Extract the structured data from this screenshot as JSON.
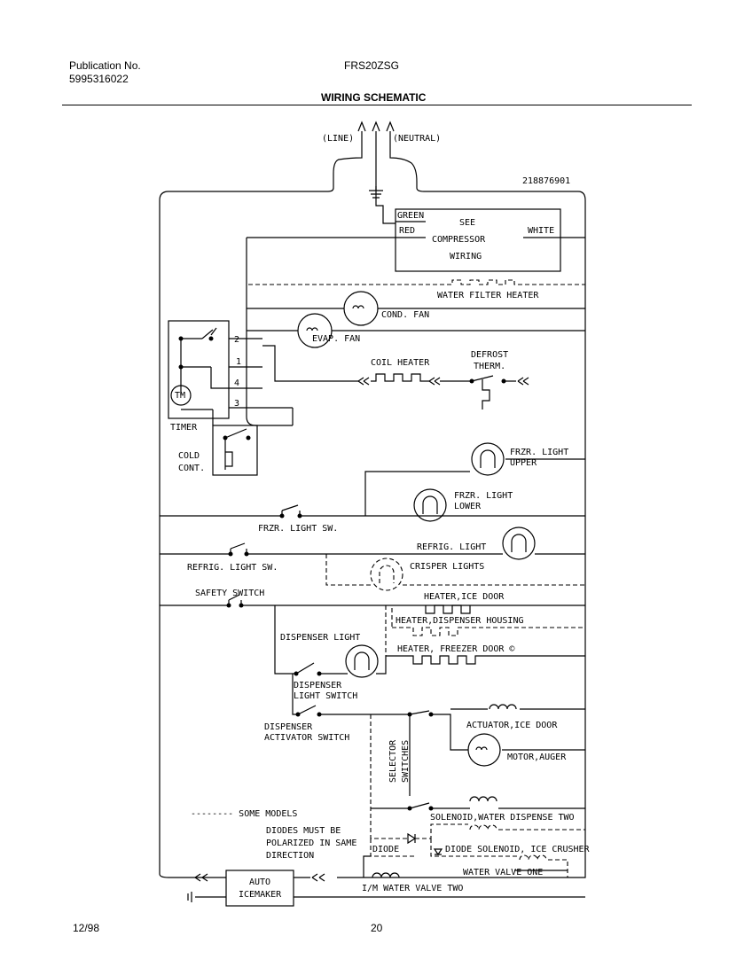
{
  "header": {
    "publication_label": "Publication No.",
    "publication_number": "5995316022",
    "model": "FRS20ZSG",
    "title": "WIRING SCHEMATIC"
  },
  "footer": {
    "date": "12/98",
    "page": "20"
  },
  "diagram": {
    "part_number": "218876901",
    "line_label": "(LINE)",
    "neutral_label": "(NEUTRAL)",
    "compressor_box": {
      "line1": "SEE",
      "line2": "COMPRESSOR",
      "line3": "WIRING"
    },
    "wire_green": "GREEN",
    "wire_red": "RED",
    "wire_white": "WHITE",
    "water_filter_heater": "WATER FILTER HEATER",
    "cond_fan": "COND. FAN",
    "evap_fan": "EVAP. FAN",
    "coil_heater": "COIL HEATER",
    "defrost_therm_1": "DEFROST",
    "defrost_therm_2": "THERM.",
    "timer_terminals": [
      "2",
      "1",
      "4",
      "3"
    ],
    "timer_motor": "TM",
    "timer": "TIMER",
    "cold_cont_1": "COLD",
    "cold_cont_2": "CONT.",
    "frzr_light_upper_1": "FRZR. LIGHT",
    "frzr_light_upper_2": "UPPER",
    "frzr_light_lower_1": "FRZR. LIGHT",
    "frzr_light_lower_2": "LOWER",
    "frzr_light_sw": "FRZR. LIGHT SW.",
    "refrig_light": "REFRIG. LIGHT",
    "refrig_light_sw": "REFRIG. LIGHT SW.",
    "crisper_lights": "CRISPER LIGHTS",
    "safety_switch": "SAFETY SWITCH",
    "heater_ice_door": "HEATER,ICE DOOR",
    "heater_dispenser_housing": "HEATER,DISPENSER HOUSING",
    "heater_freezer_door": "HEATER, FREEZER DOOR ©",
    "dispenser_light": "DISPENSER LIGHT",
    "dispenser_light_switch_1": "DISPENSER",
    "dispenser_light_switch_2": "LIGHT SWITCH",
    "dispenser_activator_1": "DISPENSER",
    "dispenser_activator_2": "ACTIVATOR SWITCH",
    "selector_1": "SELECTOR",
    "selector_2": "SWITCHES",
    "actuator_ice_door": "ACTUATOR,ICE DOOR",
    "motor_auger": "MOTOR,AUGER",
    "legend_some_models": "-------- SOME MODELS",
    "diodes_note": [
      "DIODES MUST BE",
      "POLARIZED IN SAME",
      "DIRECTION"
    ],
    "solenoid_water_dispense": "SOLENOID,WATER DISPENSE TWO",
    "diode": "DIODE",
    "diode_solenoid_ice_crusher": "DIODE SOLENOID, ICE CRUSHER",
    "water_valve_one": "WATER VALVE ONE",
    "im_water_valve_two": "I/M WATER VALVE TWO",
    "auto_icemaker_1": "AUTO",
    "auto_icemaker_2": "ICEMAKER"
  }
}
